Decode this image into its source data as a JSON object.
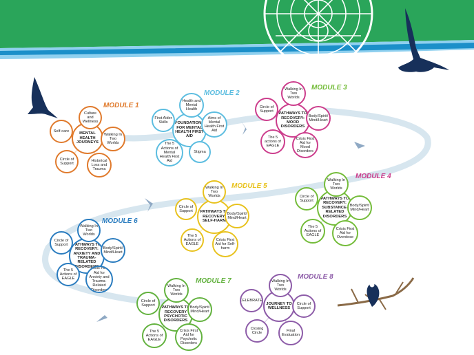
{
  "colors": {
    "banner_green": "#2aa55a",
    "banner_blue": "#1b8fc9",
    "eagle": "#17305a",
    "path": "#d7e6ef",
    "m1": "#e07a2c",
    "m2": "#5cbde0",
    "m3": "#cc3d8c",
    "m4": "#74bc3a",
    "m5": "#e8c21e",
    "m6": "#2a7cbf",
    "m7": "#63b23f",
    "m8": "#8d5ca8"
  },
  "modules": [
    {
      "title": "MODULE 1",
      "center": "MENTAL HEALTH JOURNEYS",
      "petals": [
        "Culture and Wellness",
        "Walking In Two Worlds",
        "Historical Loss and Trauma",
        "Circle of Support",
        "Self-care"
      ]
    },
    {
      "title": "MODULE 2",
      "center": "FOUNDATIONS FOR MENTAL HEALTH FIRST AID",
      "petals": [
        "Health and Mental Health",
        "Aims of Mental Health First Aid",
        "Stigma",
        "The 5 Actions of Mental Health First Aid",
        "First Aider Skills"
      ]
    },
    {
      "title": "MODULE 3",
      "center": "PATHWAYS TO RECOVERY: MOOD DISORDERS",
      "petals": [
        "Walking In Two Worlds",
        "Body/Spirit/ Mind/Heart",
        "Crisis First Aid for Mood Disorders",
        "The 5 actions of EAGLE",
        "Circle of Support"
      ]
    },
    {
      "title": "MODULE 4",
      "center": "PATHWAYS TO RECOVERY: SUBSTANCE-RELATED DISORDERS",
      "petals": [
        "Walking In Two Worlds",
        "Body/Spirit/ Mind/Heart",
        "Crisis First Aid for Overdose",
        "The 5 Actions of EAGLE",
        "Circle of Support"
      ]
    },
    {
      "title": "MODULE 5",
      "center": "PATHWAYS TO RECOVERY: SELF-HARM",
      "petals": [
        "Walking In Two Worlds",
        "Body/Spirit/ Mind/Heart",
        "Crisis First Aid for Self-harm",
        "The 5 Actions of EAGLE",
        "Circle of Support"
      ]
    },
    {
      "title": "MODULE 6",
      "center": "PATHWAYS TO RECOVERY: ANXIETY AND TRAUMA-RELATED DISORDERS",
      "petals": [
        "Walking In Two Worlds",
        "Body/Spirit/ Mind/Heart",
        "Crisis First Aid for Anxiety and Trauma-Related Disorders",
        "The 5 Actions of EAGLE",
        "Circle of Support"
      ]
    },
    {
      "title": "MODULE 7",
      "center": "PATHWAYS TO RECOVERY PSYCHOTIC DISORDERS",
      "petals": [
        "Walking In Two Worlds",
        "Body/Spirit/ Mind/Heart",
        "Crisis First Aid for Psychotic Disorders",
        "The 5 Actions of EAGLE",
        "Circle of Support"
      ]
    },
    {
      "title": "MODULE 8",
      "center": "JOURNEY TO WELLNESS",
      "petals": [
        "Walking In Two Worlds",
        "Circle of Support",
        "Final Evaluation",
        "Closing Circle",
        "CELEBRATE!"
      ]
    }
  ]
}
